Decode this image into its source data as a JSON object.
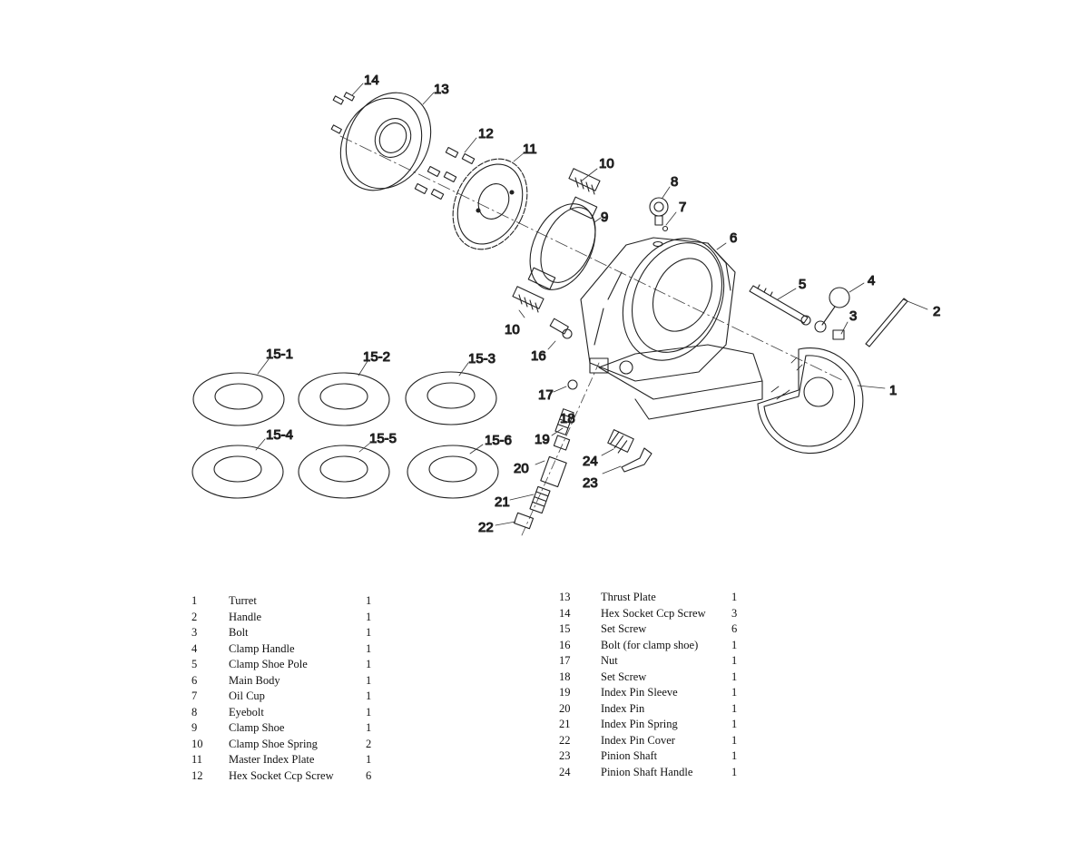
{
  "callouts": {
    "c1": "1",
    "c2": "2",
    "c3": "3",
    "c4": "4",
    "c5": "5",
    "c6": "6",
    "c7": "7",
    "c8": "8",
    "c9": "9",
    "c10a": "10",
    "c10b": "10",
    "c11": "11",
    "c12": "12",
    "c13": "13",
    "c14": "14",
    "c15_1": "15-1",
    "c15_2": "15-2",
    "c15_3": "15-3",
    "c15_4": "15-4",
    "c15_5": "15-5",
    "c15_6": "15-6",
    "c16": "16",
    "c17": "17",
    "c18": "18",
    "c19": "19",
    "c20": "20",
    "c21": "21",
    "c22": "22",
    "c23": "23",
    "c24": "24"
  },
  "parts_left": [
    {
      "num": "1",
      "name": "Turret",
      "qty": "1"
    },
    {
      "num": "2",
      "name": "Handle",
      "qty": "1"
    },
    {
      "num": "3",
      "name": "Bolt",
      "qty": "1"
    },
    {
      "num": "4",
      "name": "Clamp Handle",
      "qty": "1"
    },
    {
      "num": "5",
      "name": "Clamp Shoe Pole",
      "qty": "1"
    },
    {
      "num": "6",
      "name": "Main Body",
      "qty": "1"
    },
    {
      "num": "7",
      "name": "Oil Cup",
      "qty": "1"
    },
    {
      "num": "8",
      "name": "Eyebolt",
      "qty": "1"
    },
    {
      "num": "9",
      "name": "Clamp Shoe",
      "qty": "1"
    },
    {
      "num": "10",
      "name": "Clamp Shoe Spring",
      "qty": "2"
    },
    {
      "num": "11",
      "name": "Master Index Plate",
      "qty": "1"
    },
    {
      "num": "12",
      "name": "Hex Socket Ccp Screw",
      "qty": "6"
    }
  ],
  "parts_right": [
    {
      "num": "13",
      "name": "Thrust Plate",
      "qty": "1"
    },
    {
      "num": "14",
      "name": "Hex Socket Ccp Screw",
      "qty": "3"
    },
    {
      "num": "15",
      "name": "Set Screw",
      "qty": "6"
    },
    {
      "num": "16",
      "name": "Bolt (for clamp shoe)",
      "qty": "1"
    },
    {
      "num": "17",
      "name": "Nut",
      "qty": "1"
    },
    {
      "num": "18",
      "name": "Set Screw",
      "qty": "1"
    },
    {
      "num": "19",
      "name": "Index Pin Sleeve",
      "qty": "1"
    },
    {
      "num": "20",
      "name": "Index Pin",
      "qty": "1"
    },
    {
      "num": "21",
      "name": "Index Pin Spring",
      "qty": "1"
    },
    {
      "num": "22",
      "name": "Index Pin Cover",
      "qty": "1"
    },
    {
      "num": "23",
      "name": "Pinion Shaft",
      "qty": "1"
    },
    {
      "num": "24",
      "name": "Pinion Shaft Handle",
      "qty": "1"
    }
  ]
}
